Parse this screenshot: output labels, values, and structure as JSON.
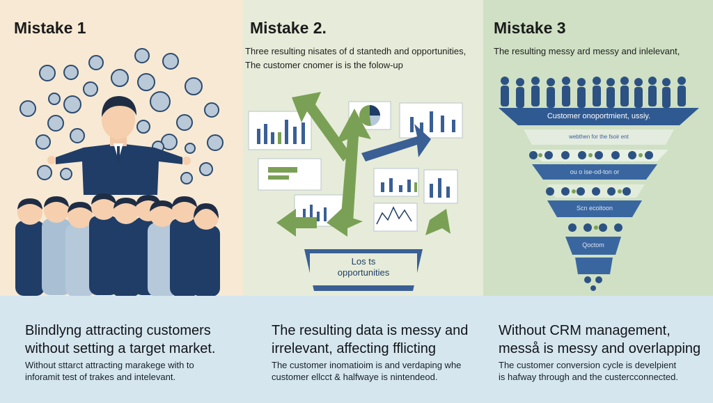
{
  "panels": [
    {
      "title": "Mistake 1",
      "heading_lines": [
        "Blindlyng attracting customers",
        "without setting a target market."
      ],
      "body_lines": [
        "Without sttarct attracting marakege with to",
        "inforamit test of trakes and intelevant."
      ]
    },
    {
      "title": "Mistake 2.",
      "subtitle_lines": [
        "Three resulting nisates of d stantedh and opportunities,",
        "The customer cnomer is is the folow-up"
      ],
      "box_label_lines": [
        "Los ts",
        "opportunities"
      ],
      "heading_lines": [
        "The resulting data is messy and",
        "irrelevant, affecting fflicting"
      ],
      "body_lines": [
        "The customer inomatioim is and  verdaping whe",
        "customer ellcct & halfwaye is nintendeod."
      ]
    },
    {
      "title": "Mistake 3",
      "subtitle_lines": [
        "The resulting  messy ard messy and inlelevant,"
      ],
      "funnel_labels": [
        "Customer onoportmient, ussiy.",
        "webthen for the fsoir ent",
        "ou o ise-od-ton or",
        "Scn ecoitoon",
        "Qoctom"
      ],
      "heading_lines": [
        "Without CRM management,",
        "messå is messy and overlapping"
      ],
      "body_lines": [
        "The customer conversion cycle is develpient",
        "is hafway through and the custercconnected."
      ]
    }
  ],
  "colors": {
    "navy": "#1f3d67",
    "blue": "#3a5f95",
    "green": "#7aa055",
    "panel1_bg": "#f7e9d3",
    "panel2_bg": "#e6ecd9",
    "panel3_bg": "#cfe0c4",
    "bottom_bg": "#d6e6ef"
  }
}
